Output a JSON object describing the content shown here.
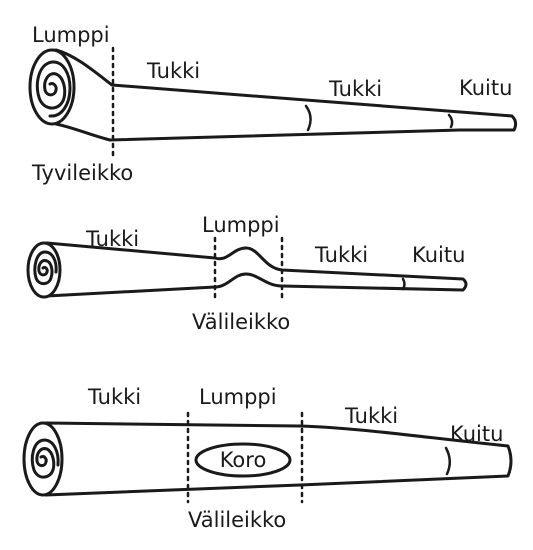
{
  "diagram_1": {
    "labels": {
      "lumppi": "Lumppi",
      "tukki_a": "Tukki",
      "tukki_b": "Tukki",
      "kuitu": "Kuitu",
      "tyvileikko": "Tyvileikko"
    }
  },
  "diagram_2": {
    "labels": {
      "tukki_a": "Tukki",
      "lumppi": "Lumppi",
      "tukki_b": "Tukki",
      "kuitu": "Kuitu",
      "valileikko": "Välileikko"
    }
  },
  "diagram_3": {
    "labels": {
      "tukki_a": "Tukki",
      "lumppi": "Lumppi",
      "tukki_b": "Tukki",
      "kuitu": "Kuitu",
      "koro": "Koro",
      "valileikko": "Välileikko"
    }
  }
}
